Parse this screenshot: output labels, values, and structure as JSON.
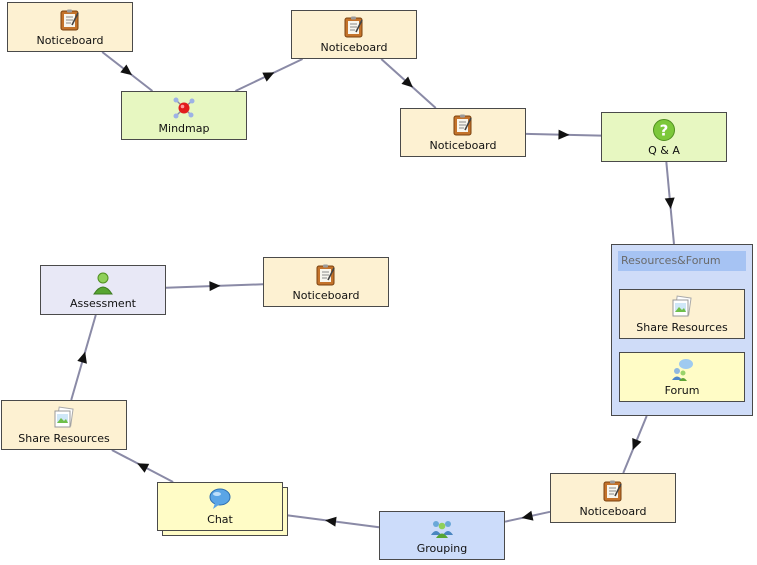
{
  "nodes": [
    {
      "id": "n1",
      "label": "Noticeboard",
      "type": "notice",
      "icon": "noticeboard-icon"
    },
    {
      "id": "n2",
      "label": "Mindmap",
      "type": "mindmap",
      "icon": "mindmap-icon"
    },
    {
      "id": "n3",
      "label": "Noticeboard",
      "type": "notice",
      "icon": "noticeboard-icon"
    },
    {
      "id": "n4",
      "label": "Noticeboard",
      "type": "notice",
      "icon": "noticeboard-icon"
    },
    {
      "id": "n5",
      "label": "Q & A",
      "type": "qa",
      "icon": "question-icon"
    },
    {
      "id": "n6",
      "label": "Share Resources",
      "type": "share",
      "icon": "share-resources-icon"
    },
    {
      "id": "n7",
      "label": "Forum",
      "type": "forum",
      "icon": "forum-icon"
    },
    {
      "id": "n8",
      "label": "Noticeboard",
      "type": "notice",
      "icon": "noticeboard-icon"
    },
    {
      "id": "n9",
      "label": "Grouping",
      "type": "group",
      "icon": "grouping-icon"
    },
    {
      "id": "n10",
      "label": "Chat",
      "type": "chat",
      "icon": "chat-icon"
    },
    {
      "id": "n11",
      "label": "Share Resources",
      "type": "share",
      "icon": "share-resources-icon"
    },
    {
      "id": "n12",
      "label": "Assessment",
      "type": "assess",
      "icon": "assessment-icon"
    },
    {
      "id": "n13",
      "label": "Noticeboard",
      "type": "notice",
      "icon": "noticeboard-icon"
    }
  ],
  "container": {
    "label": "Resources&Forum",
    "children": [
      "n6",
      "n7"
    ]
  },
  "edges": [
    [
      "n1",
      "n2"
    ],
    [
      "n2",
      "n3"
    ],
    [
      "n3",
      "n4"
    ],
    [
      "n4",
      "n5"
    ],
    [
      "n5",
      "container"
    ],
    [
      "container",
      "n8"
    ],
    [
      "n8",
      "n9"
    ],
    [
      "n9",
      "n10"
    ],
    [
      "n10",
      "n11"
    ],
    [
      "n11",
      "n12"
    ],
    [
      "n12",
      "n13"
    ]
  ]
}
